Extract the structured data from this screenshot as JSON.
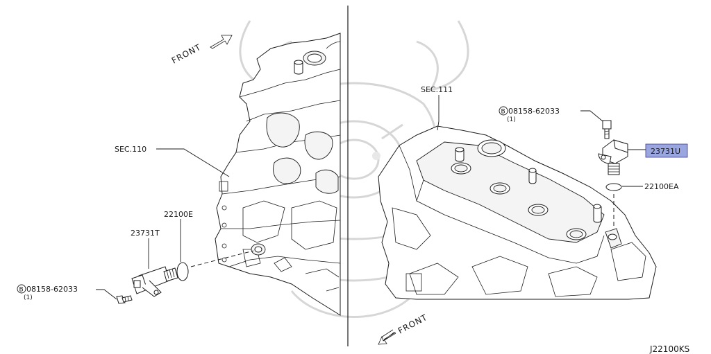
{
  "diagram_code": "J22100KS",
  "left_panel": {
    "front_label": "FRONT",
    "section_label": "SEC.110",
    "sensor_part": "23731T",
    "oring_part": "22100E",
    "bolt": {
      "circle_letter": "B",
      "number": "08158-62033",
      "qty": "(1)"
    }
  },
  "right_panel": {
    "front_label": "FRONT",
    "section_label": "SEC.111",
    "sensor_part": "23731U",
    "oring_part": "22100EA",
    "bolt": {
      "circle_letter": "B",
      "number": "08158-62033",
      "qty": "(1)"
    },
    "highlight_color": "#9aa6e0"
  }
}
